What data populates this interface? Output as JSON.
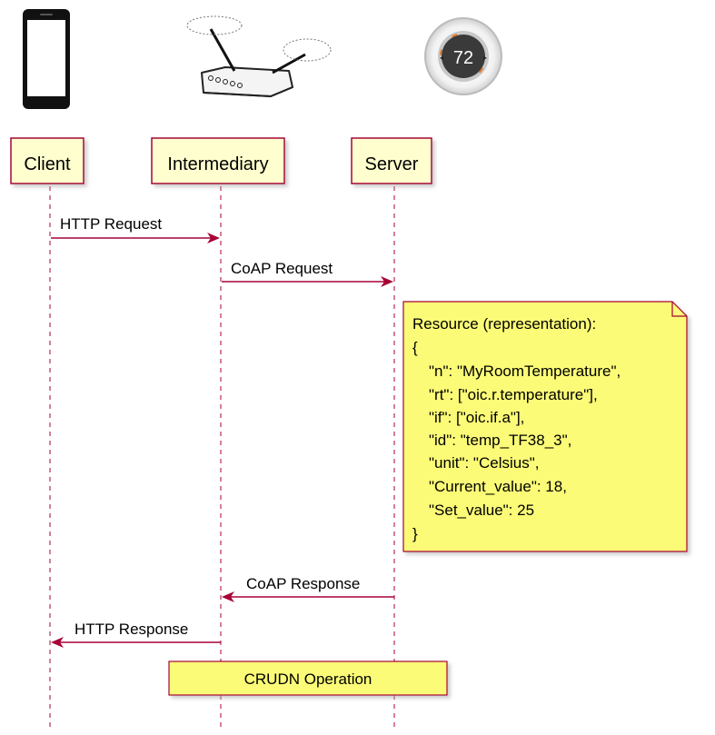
{
  "participants": [
    {
      "id": "client",
      "label": "Client",
      "icon": "smartphone-icon"
    },
    {
      "id": "intermediary",
      "label": "Intermediary",
      "icon": "wifi-router-icon"
    },
    {
      "id": "server",
      "label": "Server",
      "icon": "thermostat-icon"
    }
  ],
  "thermostat_display": "72",
  "messages": [
    {
      "label": "HTTP Request"
    },
    {
      "label": "CoAP Request"
    },
    {
      "label": "CoAP Response"
    },
    {
      "label": "HTTP Response"
    }
  ],
  "note": {
    "lines": [
      "Resource (representation):",
      "{",
      "\"n\": \"MyRoomTemperature\",",
      "\"rt\": [\"oic.r.temperature\"],",
      "\"if\": [\"oic.if.a\"],",
      "\"id\": \"temp_TF38_3\",",
      "\"unit\": \"Celsius\",",
      "\"Current_value\": 18,",
      "\"Set_value\": 25",
      "}"
    ]
  },
  "operation": {
    "label": "CRUDN Operation"
  },
  "colors": {
    "participant_fill": "#fefece",
    "participant_border": "#a80036",
    "arrow": "#a80036",
    "note_fill": "#fbfb77",
    "note_border": "#a80036"
  }
}
